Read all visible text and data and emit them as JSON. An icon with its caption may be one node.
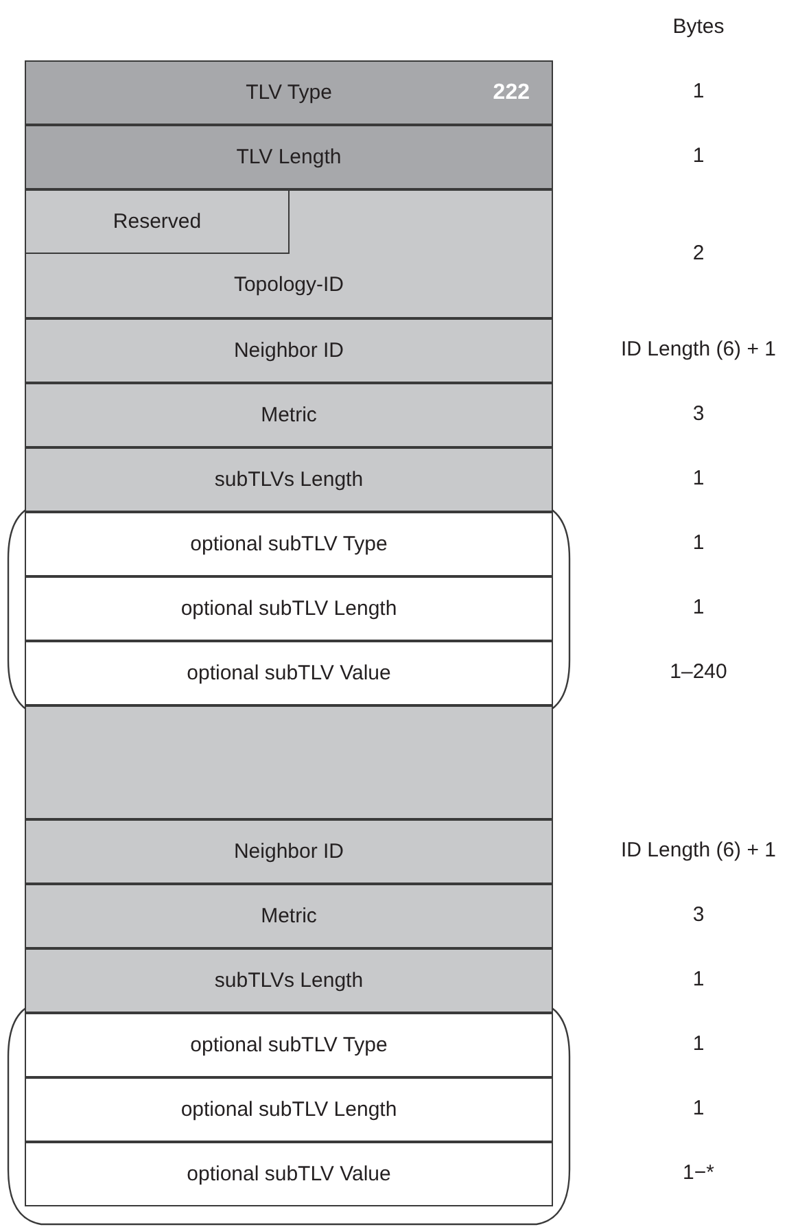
{
  "diagram": {
    "nodes": [
      {
        "text": [
          "TLV Type",
          "222"
        ]
      },
      {
        "text": [
          "TLV Length"
        ]
      },
      {
        "text": [
          "Topology-ID"
        ]
      },
      {
        "text": [
          "Reserved"
        ],
        "in": 2
      },
      {
        "text": [
          "Neighbor ID"
        ]
      },
      {
        "text": [
          "Metric"
        ]
      },
      {
        "text": [
          "subTLVs Length"
        ]
      },
      {
        "text": [
          "optional subTLV Type"
        ]
      },
      {
        "text": [
          "optional subTLV Length"
        ]
      },
      {
        "text": [
          "optional subTLV Value"
        ]
      },
      {
        "text": [],
        "shape": "bar"
      },
      {
        "text": [
          "Neighbor ID"
        ]
      },
      {
        "text": [
          "Metric"
        ]
      },
      {
        "text": [
          "subTLVs Length"
        ]
      },
      {
        "text": [
          "optional subTLV Type"
        ]
      },
      {
        "text": [
          "optional subTLV Length"
        ]
      },
      {
        "text": [
          "optional subTLV Value"
        ]
      }
    ],
    "edges": [],
    "labels": [
      "Bytes",
      "1",
      "1",
      "2",
      "ID Length (6) + 1",
      "3",
      "1",
      "1",
      "1",
      "1–240",
      "ID Length (6) + 1",
      "3",
      "1",
      "1",
      "1",
      "1−*"
    ]
  }
}
